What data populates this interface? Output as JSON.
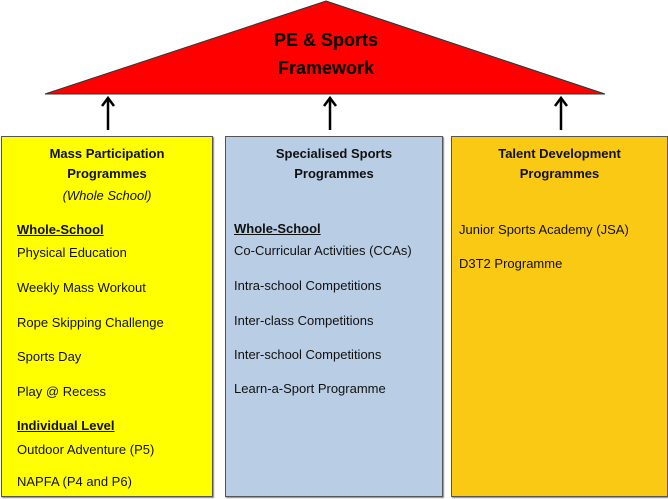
{
  "header": {
    "title_line1": "PE & Sports",
    "title_line2": "Framework",
    "color": "#ff0000"
  },
  "columns": [
    {
      "title1": "Mass Participation",
      "title2": "Programmes",
      "subtitle": "(Whole School)",
      "color": "#ffff00",
      "section1": "Whole-School",
      "items1": [
        "Physical Education",
        "Weekly Mass Workout",
        "Rope Skipping Challenge",
        "Sports Day",
        "Play @ Recess"
      ],
      "section2": "Individual Level",
      "items2": [
        "Outdoor Adventure (P5)",
        "NAPFA (P4 and P6)"
      ]
    },
    {
      "title1": "Specialised Sports",
      "title2": "Programmes",
      "color": "#b9cde5",
      "section1": "Whole-School",
      "items1": [
        "Co-Curricular Activities (CCAs)",
        "Intra-school Competitions",
        "Inter-class Competitions",
        "Inter-school Competitions",
        "Learn-a-Sport Programme"
      ]
    },
    {
      "title1": "Talent Development",
      "title2": "Programmes",
      "color": "#f9c914",
      "items1": [
        "Junior Sports Academy (JSA)",
        "D3T2 Programme"
      ]
    }
  ]
}
